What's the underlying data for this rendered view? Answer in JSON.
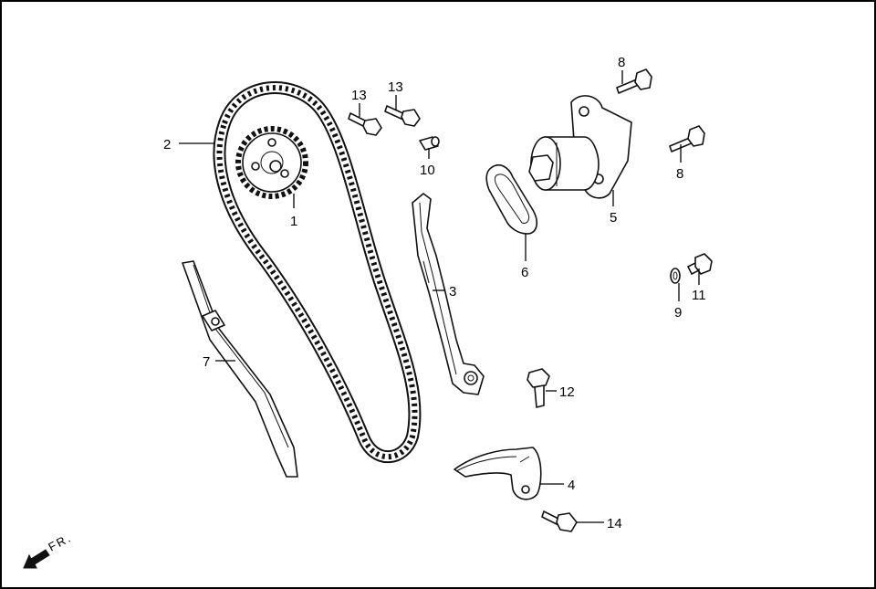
{
  "callouts": {
    "c1": "1",
    "c2": "2",
    "c3": "3",
    "c4": "4",
    "c5": "5",
    "c6": "6",
    "c7": "7",
    "c8a": "8",
    "c8b": "8",
    "c9": "9",
    "c10": "10",
    "c11": "11",
    "c12": "12",
    "c13a": "13",
    "c13b": "13",
    "c14": "14"
  },
  "direction": {
    "label": "FR.",
    "icon": "front-direction-arrow-icon"
  },
  "colors": {
    "line": "#111111",
    "fill": "#ffffff",
    "shade": "#d9d9d9"
  }
}
